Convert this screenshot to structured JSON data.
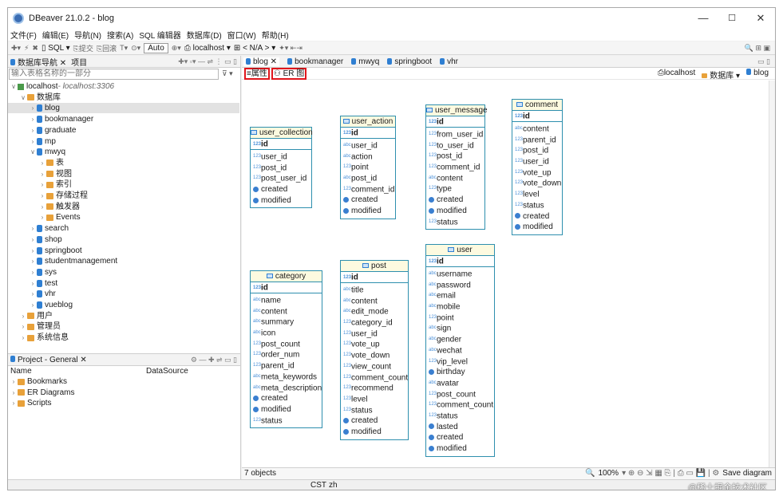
{
  "window": {
    "title": "DBeaver 21.0.2 - blog",
    "minimize": "—",
    "maximize": "☐",
    "close": "✕"
  },
  "menu": [
    "文件(F)",
    "编辑(E)",
    "导航(N)",
    "搜索(A)",
    "SQL 编辑器",
    "数据库(D)",
    "窗口(W)",
    "帮助(H)"
  ],
  "toolbar": {
    "sql": "SQL",
    "submit": "提交",
    "rollback": "回滚",
    "auto": "Auto",
    "connection": "localhost",
    "schema": "< N/A >"
  },
  "nav": {
    "tab1": "数据库导航",
    "tab2": "项目",
    "filter_placeholder": "输入表格名称的一部分",
    "host": "localhost",
    "host_detail": " - localhost:3306",
    "databases_folder": "数据库",
    "dbs_before": [
      "blog",
      "bookmanager",
      "graduate",
      "mp"
    ],
    "open_db": "mwyq",
    "open_children": [
      "表",
      "视图",
      "索引",
      "存储过程",
      "触发器",
      "Events"
    ],
    "dbs_after": [
      "search",
      "shop",
      "springboot",
      "studentmanagement",
      "sys",
      "test",
      "vhr",
      "vueblog"
    ],
    "other_folders": [
      "用户",
      "管理员",
      "系统信息"
    ]
  },
  "project": {
    "title": "Project - General",
    "col_name": "Name",
    "col_ds": "DataSource",
    "items": [
      "Bookmarks",
      "ER Diagrams",
      "Scripts"
    ]
  },
  "editor": {
    "tabs": [
      "blog",
      "bookmanager",
      "mwyq",
      "springboot",
      "vhr"
    ],
    "sub_props": "属性",
    "sub_er": "ER 图",
    "crumb_host": "localhost",
    "crumb_db": "数据库",
    "crumb_schema": "blog",
    "status": "7 objects",
    "zoom": "100%",
    "save": "Save diagram"
  },
  "entities": {
    "user_collection": {
      "name": "user_collection",
      "pk": "id",
      "cols": [
        "user_id",
        "post_id",
        "post_user_id",
        "created",
        "modified"
      ],
      "types": [
        "123",
        "123",
        "123",
        "dt",
        "dt"
      ]
    },
    "user_action": {
      "name": "user_action",
      "pk": "id",
      "cols": [
        "user_id",
        "action",
        "point",
        "post_id",
        "comment_id",
        "created",
        "modified"
      ],
      "types": [
        "abc",
        "abc",
        "123",
        "abc",
        "123",
        "dt",
        "dt"
      ]
    },
    "user_message": {
      "name": "user_message",
      "pk": "id",
      "cols": [
        "from_user_id",
        "to_user_id",
        "post_id",
        "comment_id",
        "content",
        "type",
        "created",
        "modified",
        "status"
      ],
      "types": [
        "123",
        "123",
        "123",
        "123",
        "abc",
        "123",
        "dt",
        "dt",
        "123"
      ]
    },
    "comment": {
      "name": "comment",
      "pk": "id",
      "cols": [
        "content",
        "parent_id",
        "post_id",
        "user_id",
        "vote_up",
        "vote_down",
        "level",
        "status",
        "created",
        "modified"
      ],
      "types": [
        "abc",
        "123",
        "123",
        "123",
        "123",
        "123",
        "123",
        "123",
        "dt",
        "dt"
      ]
    },
    "category": {
      "name": "category",
      "pk": "id",
      "cols": [
        "name",
        "content",
        "summary",
        "icon",
        "post_count",
        "order_num",
        "parent_id",
        "meta_keywords",
        "meta_description",
        "created",
        "modified",
        "status"
      ],
      "types": [
        "abc",
        "abc",
        "abc",
        "abc",
        "123",
        "123",
        "123",
        "abc",
        "abc",
        "dt",
        "dt",
        "123"
      ]
    },
    "post": {
      "name": "post",
      "pk": "id",
      "cols": [
        "title",
        "content",
        "edit_mode",
        "category_id",
        "user_id",
        "vote_up",
        "vote_down",
        "view_count",
        "comment_count",
        "recommend",
        "level",
        "status",
        "created",
        "modified"
      ],
      "types": [
        "abc",
        "abc",
        "abc",
        "123",
        "123",
        "123",
        "123",
        "123",
        "123",
        "123",
        "123",
        "123",
        "dt",
        "dt"
      ]
    },
    "user": {
      "name": "user",
      "pk": "id",
      "cols": [
        "username",
        "password",
        "email",
        "mobile",
        "point",
        "sign",
        "gender",
        "wechat",
        "vip_level",
        "birthday",
        "avatar",
        "post_count",
        "comment_count",
        "status",
        "lasted",
        "created",
        "modified"
      ],
      "types": [
        "abc",
        "abc",
        "abc",
        "abc",
        "123",
        "abc",
        "abc",
        "abc",
        "123",
        "dt",
        "abc",
        "123",
        "123",
        "123",
        "dt",
        "dt",
        "dt"
      ]
    }
  },
  "bottom": {
    "cst": "CST",
    "lang": "zh"
  },
  "watermark": "@稀土掘金技术社区",
  "colors": {
    "entity_border": "#2e8fae",
    "entity_header": "#fdfae0",
    "highlight_box": "#e0161c",
    "folder": "#e8a13a",
    "db": "#2f7fd2"
  }
}
